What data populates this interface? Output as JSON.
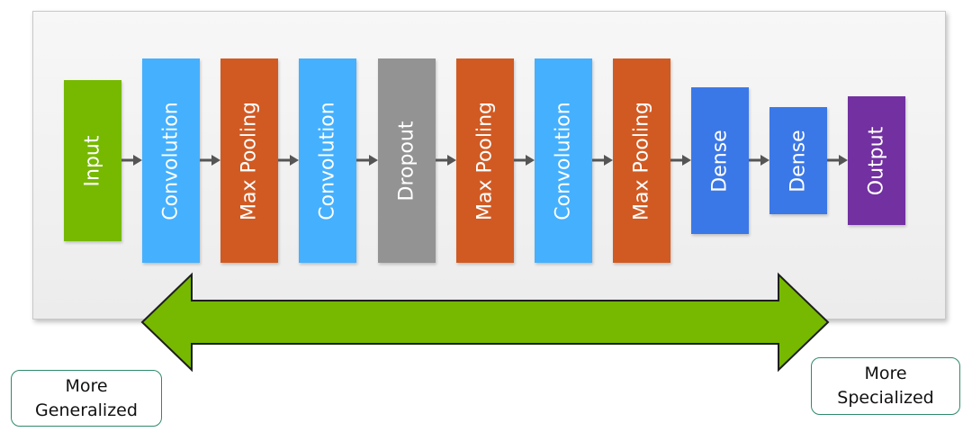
{
  "layers": [
    {
      "label": "Input",
      "color": "#76b900"
    },
    {
      "label": "Convolution",
      "color": "#45b0fe"
    },
    {
      "label": "Max Pooling",
      "color": "#d15a23"
    },
    {
      "label": "Convolution",
      "color": "#45b0fe"
    },
    {
      "label": "Dropout",
      "color": "#939393"
    },
    {
      "label": "Max Pooling",
      "color": "#d15a23"
    },
    {
      "label": "Convolution",
      "color": "#45b0fe"
    },
    {
      "label": "Max Pooling",
      "color": "#d15a23"
    },
    {
      "label": "Dense",
      "color": "#3b78e7"
    },
    {
      "label": "Dense",
      "color": "#3b78e7"
    },
    {
      "label": "Output",
      "color": "#7230a1"
    }
  ],
  "left_label": {
    "line1": "More",
    "line2": "Generalized"
  },
  "right_label": {
    "line1": "More",
    "line2": "Specialized"
  },
  "colors": {
    "double_arrow": "#76b900",
    "connector": "#555555"
  }
}
